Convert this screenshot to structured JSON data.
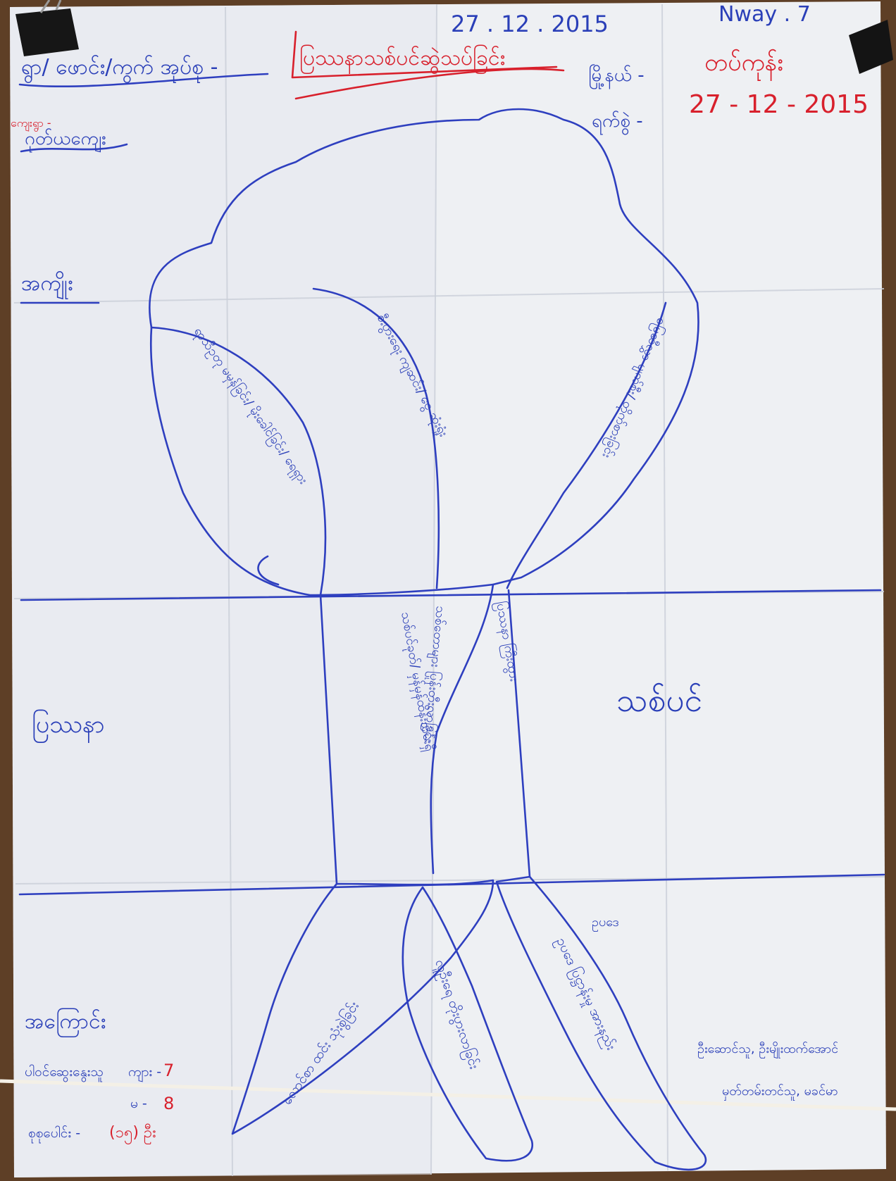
{
  "header": {
    "top_date": "27 . 12 . 2015",
    "top_right_label": "Nway . 7",
    "village_label": "ရွာ/ ဖောင်း/ကွက် အုပ်စု -",
    "title": "ပြဿနာသစ်ပင်ဆွဲသပ်ခြင်း",
    "township_label": "မြို့နယ် -",
    "township_value": "တပ်ကုန်း",
    "date_label": "ရက်စွဲ -",
    "date_value": "27 - 12 - 2015",
    "village_note": "ကျေးရွာ -",
    "village_value": "ဂုတ်ယကျေး"
  },
  "sections": {
    "result_label": "အကျိုး",
    "problem_label": "ပြဿနာ",
    "cause_label": "အကြောင်း"
  },
  "tree": {
    "problem_name": "သစ်ပင်",
    "leaf_left": "ရာသီဥတု မမှန်ခြင်း/ မိုးခေါင်ခြင်း/ ရေရှား",
    "leaf_mid": "စီးပွားရေး ကျဆင်း/ ငွေ ဆုံးရှုံး",
    "leaf_right": "မြေဆီလွှာ ပျက်စီး/ တိုက်စားခြင်း",
    "trunk_left": "သစ်ပင်ခုတ်/ မှန်မှန်ထိန်းသိမ်းရှိ",
    "trunk_mid": "သစ်တောများ ပြုန်းတီးလာခြင်း",
    "trunk_right": "ပြဿနာ ကြီးထွား",
    "root_left": "လောင်စာ ထင်း သုံးစွဲခြင်း",
    "root_mid": "လူဦးရေ တိုးပွားလာခြင်း",
    "root_right": "ဥပဒေ ပြဋ္ဌာန်းမှု အားနည်း",
    "root_note": "ဥပဒေ"
  },
  "participants": {
    "title": "ပါဝင်ဆွေးနွေးသူ",
    "male_label": "ကျား -",
    "male_count": "7",
    "female_label": "မ -",
    "female_count": "8",
    "total_label": "စုစုပေါင်း -",
    "total_count": "(၁၅) ဦး"
  },
  "facilitators": {
    "line1": "ဦးဆောင်သူ, ဦးမျိုးထက်အောင်",
    "line2": "မှတ်တမ်းတင်သူ, မခင်မာ"
  },
  "colors": {
    "ink_blue": "#2e3fbf",
    "ink_red": "#d8202c",
    "paper": "#f1f1f3",
    "board": "#6b4a2e"
  }
}
